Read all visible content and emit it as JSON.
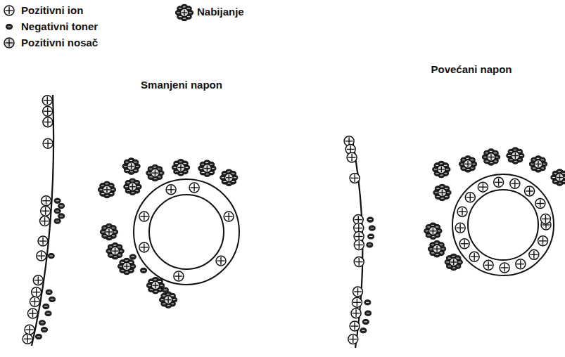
{
  "diagram": {
    "labels": [
      "Smanjeni napon",
      "Povećani napon"
    ],
    "legend": [
      {
        "text": "Pozitivni ion"
      },
      {
        "text": "Negativni toner"
      },
      {
        "text": "Pozitivni nosač"
      },
      {
        "text": "Nabijanje"
      }
    ]
  }
}
